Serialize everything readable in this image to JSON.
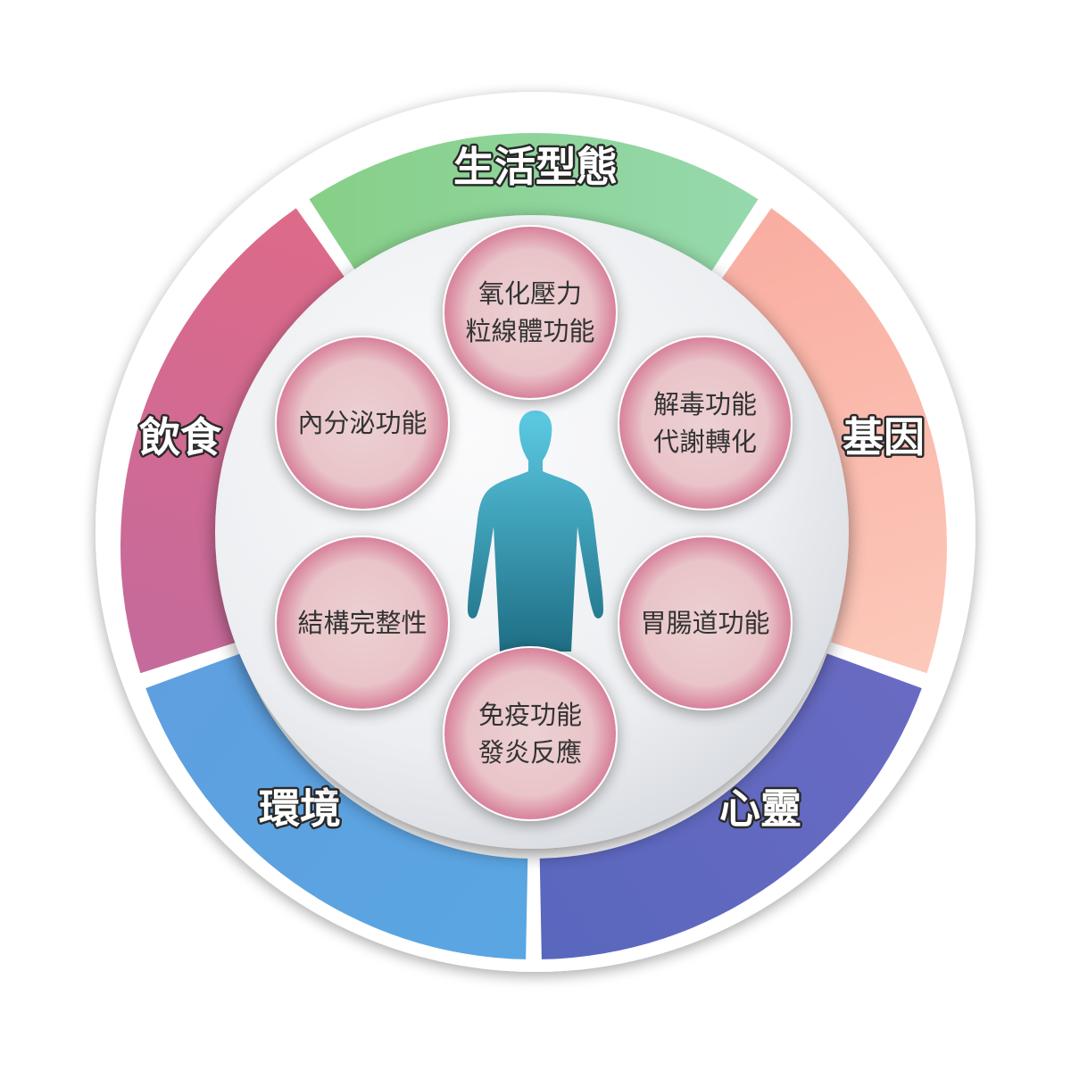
{
  "segments": [
    {
      "id": "lifestyle",
      "label": "生活型態",
      "start": -34,
      "end": 34,
      "colors": [
        "#86cf86",
        "#96d9ae"
      ]
    },
    {
      "id": "genes",
      "label": "基因",
      "start": 34,
      "end": 109,
      "colors": [
        "#f9ada1",
        "#fcc9ba"
      ]
    },
    {
      "id": "spirit",
      "label": "心靈",
      "start": 109,
      "end": 180,
      "colors": [
        "#6a6ac3",
        "#5867bd"
      ]
    },
    {
      "id": "environment",
      "label": "環境",
      "start": 180,
      "end": 251,
      "colors": [
        "#5aa6e2",
        "#5e9fe0"
      ]
    },
    {
      "id": "diet",
      "label": "飲食",
      "start": 251,
      "end": 326,
      "colors": [
        "#c46a9c",
        "#de6a88"
      ]
    }
  ],
  "bubbles": [
    {
      "id": "oxidative",
      "lines": [
        "氧化壓力",
        "粒線體功能"
      ]
    },
    {
      "id": "detox",
      "lines": [
        "解毒功能",
        "代謝轉化"
      ]
    },
    {
      "id": "gut",
      "lines": [
        "胃腸道功能"
      ]
    },
    {
      "id": "immune",
      "lines": [
        "免疫功能",
        "發炎反應"
      ]
    },
    {
      "id": "structure",
      "lines": [
        "結構完整性"
      ]
    },
    {
      "id": "endocrine",
      "lines": [
        "內分泌功能"
      ]
    }
  ],
  "colors": {
    "bubble_fill": "#e9c7ca",
    "bubble_edge": "#d98aa0",
    "human_top": "#5ccbe4",
    "human_bottom": "#1e6e84",
    "inner_disc": "#f3f4f6",
    "outer_ring": "#ffffff"
  }
}
